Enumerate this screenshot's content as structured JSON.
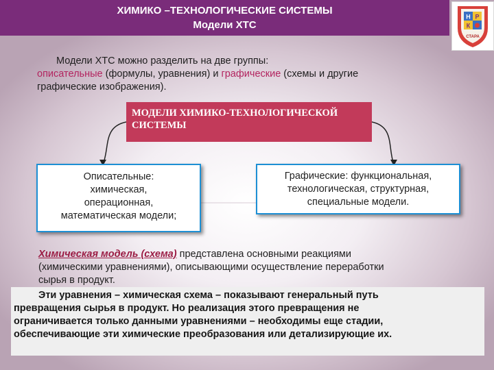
{
  "header": {
    "title_line1": "ХИМИКО –ТЕХНОЛОГИЧЕСКИЕ СИСТЕМЫ",
    "title_line2": "Модели ХТС",
    "background_color": "#7a2c7a"
  },
  "logo": {
    "letters": [
      "Н",
      "Р",
      "К"
    ],
    "caption": "СТАРА"
  },
  "intro": {
    "lead": "Модели ХТС можно разделить на две группы:",
    "descriptive_word": "описательные",
    "descriptive_paren": " (формулы, уравнения) и ",
    "graphic_word": "графические",
    "graphic_paren": " (схемы и другие",
    "line3": "графические изображения)."
  },
  "center_box": {
    "line1": "Модели химико-технологической",
    "line2": "системы",
    "color": "#c23a5a"
  },
  "left_box": {
    "title": "Описательные",
    "title_suffix": ":",
    "line2": "химическая,",
    "line3": "операционная,",
    "line4": "математическая модели;",
    "border_color": "#1d8fd4"
  },
  "right_box": {
    "title": "Графические",
    "title_suffix": ": функциональная,",
    "line2": "технологическая, структурная,",
    "line3": "специальные модели."
  },
  "para1": {
    "lead": "Химическая модель (схема)",
    "text1": " представлена основными реакциями",
    "line2": "(химическими уравнениями), описывающими осуществление переработки",
    "line3": "сырья в продукт."
  },
  "para2": {
    "line1": "Эти уравнения – химическая схема – показывают генеральный путь",
    "line2": "превращения сырья в продукт. Но реализация этого превращения не",
    "line3": "ограничивается только данными уравнениями – необходимы еще стадии,",
    "line4": "обеспечивающие эти химические преобразования или детализирующие их."
  }
}
